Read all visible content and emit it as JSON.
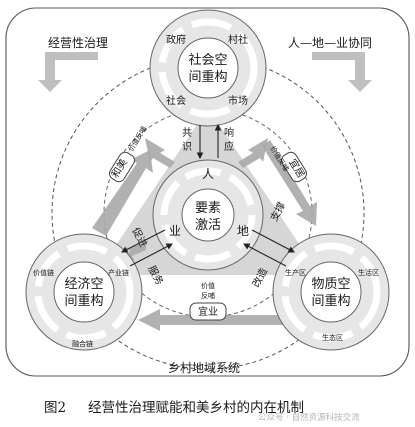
{
  "outer_labels": {
    "top_left": "经营性治理",
    "top_right": "人—地—业协同",
    "bottom": "乡村地域系统"
  },
  "top_circle": {
    "title": "社会空间重构",
    "line1": "社会空",
    "line2": "间重构",
    "nodes": [
      "政府",
      "村社",
      "社会",
      "市场"
    ]
  },
  "left_circle": {
    "line1": "经济空",
    "line2": "间重构",
    "nodes": [
      "价值链",
      "产业链",
      "融合链"
    ]
  },
  "right_circle": {
    "line1": "物质空",
    "line2": "间重构",
    "nodes": [
      "生产区",
      "生活区",
      "生态区"
    ]
  },
  "center_circle": {
    "line1": "要素",
    "line2": "激活",
    "nodes": [
      "人",
      "业",
      "地"
    ]
  },
  "links": {
    "gongshi": "共识",
    "xiangying": "响应",
    "cujin": "促进",
    "zhicheng": "支撑",
    "fuwu": "服务",
    "gaizao": "改造"
  },
  "badges": {
    "hemei": "和美",
    "yiju": "宜居",
    "yiye": "宜业"
  },
  "feedback": {
    "left": "价值反哺",
    "right": "价值反哺",
    "bottom": "价值反哺"
  },
  "caption": {
    "number": "图2",
    "text": "经营性治理赋能和美乡村的内在机制"
  },
  "watermark": "公众号 · 自然资源科技交流"
}
